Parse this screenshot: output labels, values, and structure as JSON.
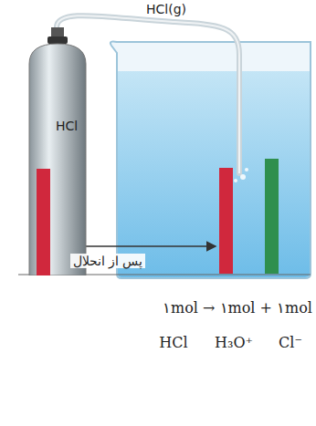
{
  "diagram": {
    "nodes": [
      {
        "text": [
          "HCl"
        ]
      }
    ],
    "labels": [
      "HCl(g)",
      "پس از انحلال",
      "۱mol → ۱mol + ۱mol",
      "HCl",
      "H₃O⁺",
      "Cl⁻"
    ]
  }
}
